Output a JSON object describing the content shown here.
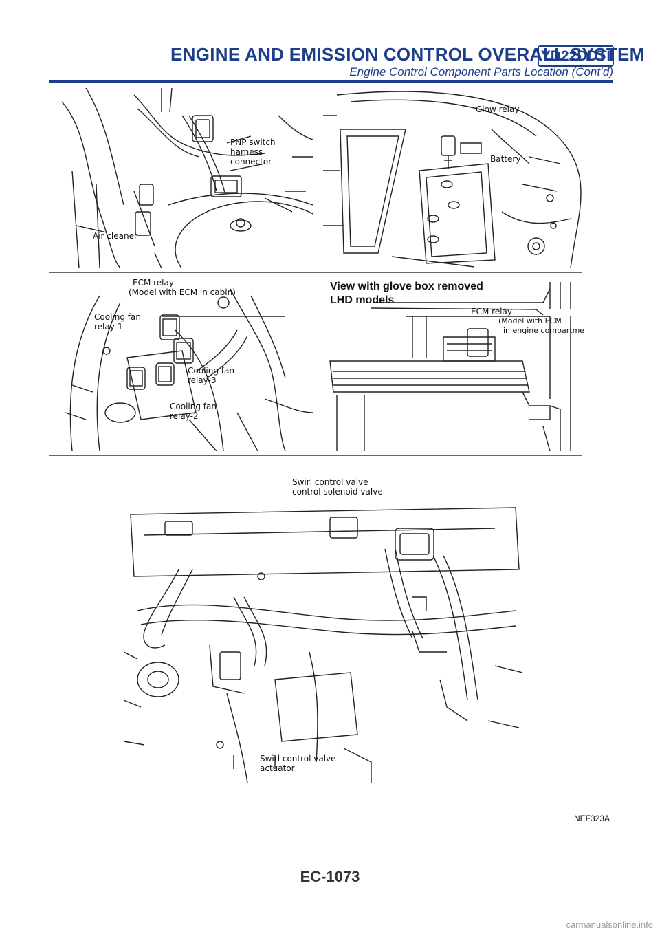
{
  "header": {
    "title": "ENGINE AND EMISSION CONTROL OVERALL SYSTEM",
    "model_code": "YD22DDTI",
    "subtitle": "Engine Control Component Parts Location (Cont’d)"
  },
  "panel_top_left": {
    "labels": {
      "pnp_switch": "PNP switch",
      "harness": "harness",
      "connector": "connector",
      "air_cleaner": "Air cleaner"
    }
  },
  "panel_top_right": {
    "labels": {
      "glow_relay": "Glow relay",
      "battery": "Battery"
    }
  },
  "panel_mid_left": {
    "labels": {
      "ecm_relay": "ECM relay",
      "ecm_relay_note": "(Model with ECM in cabin)",
      "cooling_fan_1a": "Cooling fan",
      "cooling_fan_1b": "relay-1",
      "cooling_fan_3a": "Cooling fan",
      "cooling_fan_3b": "relay-3",
      "cooling_fan_2a": "Cooling fan",
      "cooling_fan_2b": "relay-2"
    }
  },
  "panel_mid_right": {
    "labels": {
      "view_title": "View with glove box removed",
      "lhd_models": "LHD models",
      "ecm_relay": "ECM relay",
      "ecm_note_1": "(Model with ECM",
      "ecm_note_2": "in engine compartment)"
    }
  },
  "panel_bottom": {
    "labels": {
      "swirl_solenoid_1": "Swirl control valve",
      "swirl_solenoid_2": "control solenoid valve",
      "swirl_actuator_1": "Swirl control valve",
      "swirl_actuator_2": "actuator"
    }
  },
  "figure_code": "NEF323A",
  "page_number": "EC-1073",
  "watermark": "carmanualsonline.info"
}
